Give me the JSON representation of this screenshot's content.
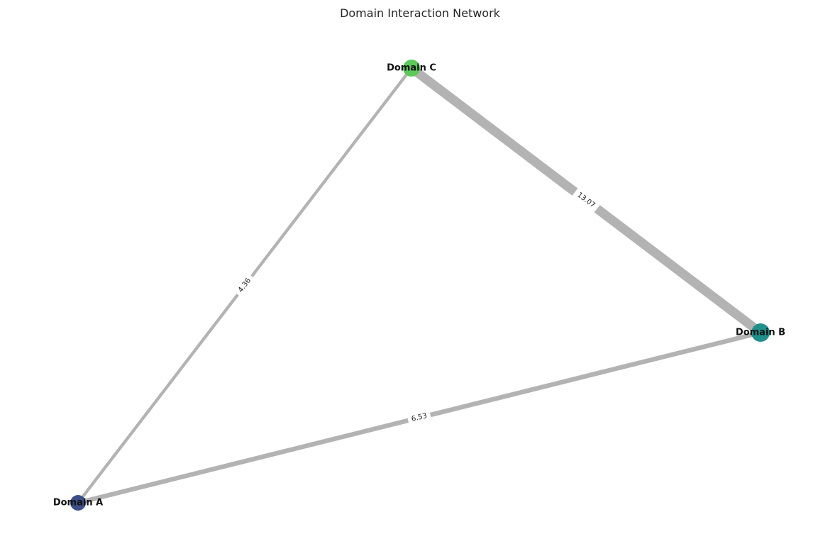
{
  "title": "Domain Interaction Network",
  "colors": {
    "edge": "#b3b3b3",
    "edge_label_bg": "#ffffff",
    "node_label": "#111111"
  },
  "nodes": [
    {
      "id": "A",
      "label": "Domain A",
      "color": "#3b4f86"
    },
    {
      "id": "B",
      "label": "Domain B",
      "color": "#21908d"
    },
    {
      "id": "C",
      "label": "Domain C",
      "color": "#5cc85a"
    }
  ],
  "edges": [
    {
      "source": "A",
      "target": "C",
      "weight": 4.36,
      "label": "4.36"
    },
    {
      "source": "A",
      "target": "B",
      "weight": 6.53,
      "label": "6.53"
    },
    {
      "source": "C",
      "target": "B",
      "weight": 13.07,
      "label": "13.07"
    }
  ]
}
